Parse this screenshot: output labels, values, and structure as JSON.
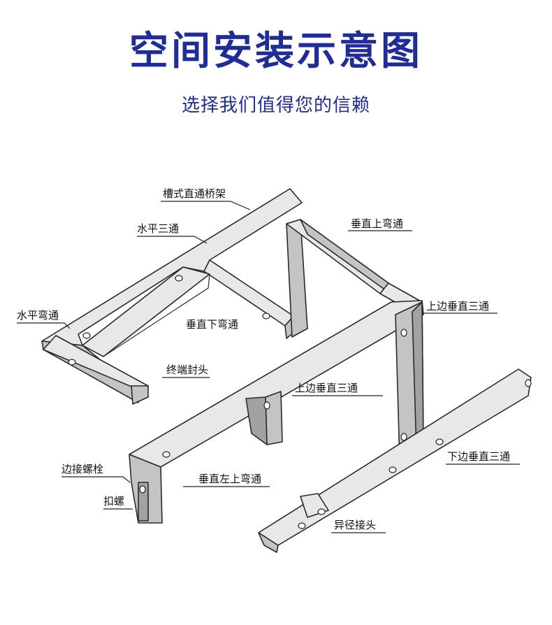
{
  "header": {
    "title": "空间安装示意图",
    "subtitle": "选择我们值得您的信赖"
  },
  "labels": {
    "trough_straight": "槽式直通桥架",
    "horizontal_tee": "水平三通",
    "horizontal_elbow": "水平弯通",
    "vertical_down_elbow": "垂直下弯通",
    "end_cap": "终端封头",
    "vertical_up_elbow": "垂直上弯通",
    "side_vertical_tee_top": "上边垂直三通",
    "side_vertical_tee_mid": "上边垂直三通",
    "lower_vertical_tee": "下边垂直三通",
    "edge_bolt": "边接螺栓",
    "clamp_bolt": "扣螺",
    "vertical_left_up_elbow": "垂直左上弯通",
    "reducer": "异径接头"
  },
  "colors": {
    "title": "#1f2c9a",
    "tray_top": "#e6e6e6",
    "tray_side": "#bdbdbd",
    "tray_dark": "#9a9a9a",
    "outline": "#2a2a2a"
  }
}
